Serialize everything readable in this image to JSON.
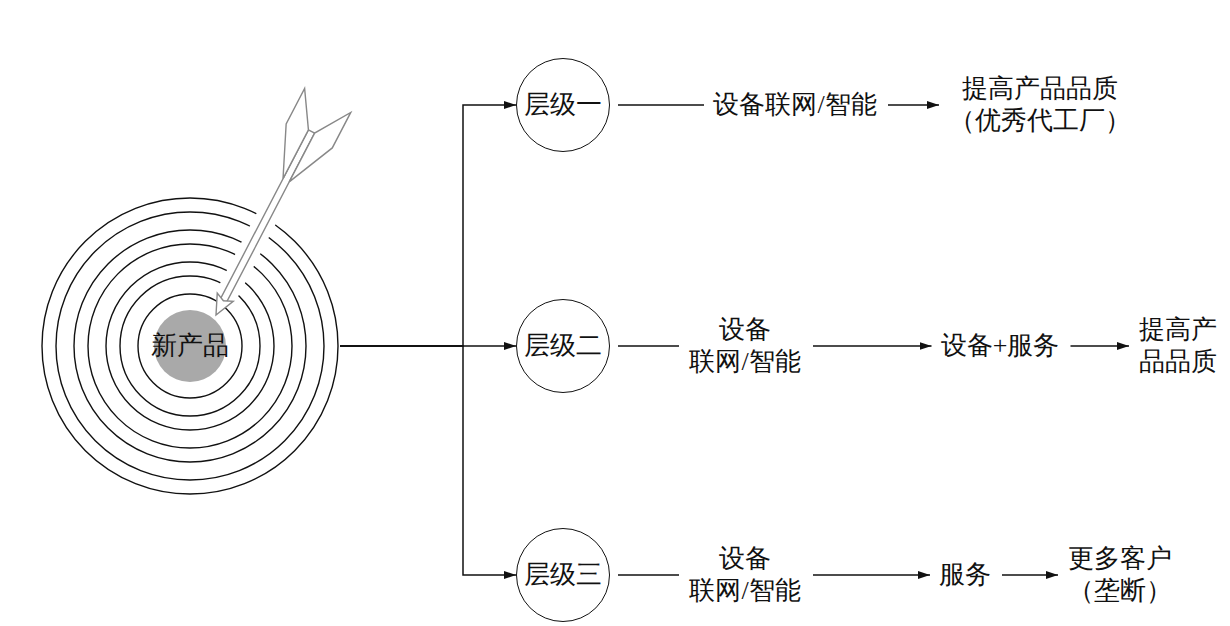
{
  "diagram": {
    "nodes": [
      {
        "text": [
          "新产品"
        ]
      },
      {
        "text": [
          "层级一"
        ]
      },
      {
        "text": [
          "设备联网/智能"
        ]
      },
      {
        "text": [
          "提高产品品质 （优秀代工厂）"
        ]
      },
      {
        "text": [
          "层级二"
        ]
      },
      {
        "text": [
          "设备 联网/智能"
        ]
      },
      {
        "text": [
          "设备+服务"
        ]
      },
      {
        "text": [
          "提高产 品品质"
        ]
      },
      {
        "text": [
          "层级三"
        ]
      },
      {
        "text": [
          "设备 联网/智能"
        ]
      },
      {
        "text": [
          "服务"
        ]
      },
      {
        "text": [
          "更多客户 （垄断）"
        ]
      }
    ],
    "edges": [
      {
        "from": 0,
        "to": 1,
        "arrow": "to"
      },
      {
        "from": 0,
        "to": 4,
        "arrow": "to"
      },
      {
        "from": 0,
        "to": 8,
        "arrow": "to"
      },
      {
        "from": 1,
        "to": 2,
        "arrow": "none"
      },
      {
        "from": 2,
        "to": 3,
        "arrow": "to"
      },
      {
        "from": 4,
        "to": 5,
        "arrow": "none"
      },
      {
        "from": 5,
        "to": 6,
        "arrow": "to"
      },
      {
        "from": 6,
        "to": 7,
        "arrow": "to"
      },
      {
        "from": 8,
        "to": 9,
        "arrow": "none"
      },
      {
        "from": 9,
        "to": 10,
        "arrow": "to"
      },
      {
        "from": 10,
        "to": 11,
        "arrow": "to"
      }
    ]
  }
}
